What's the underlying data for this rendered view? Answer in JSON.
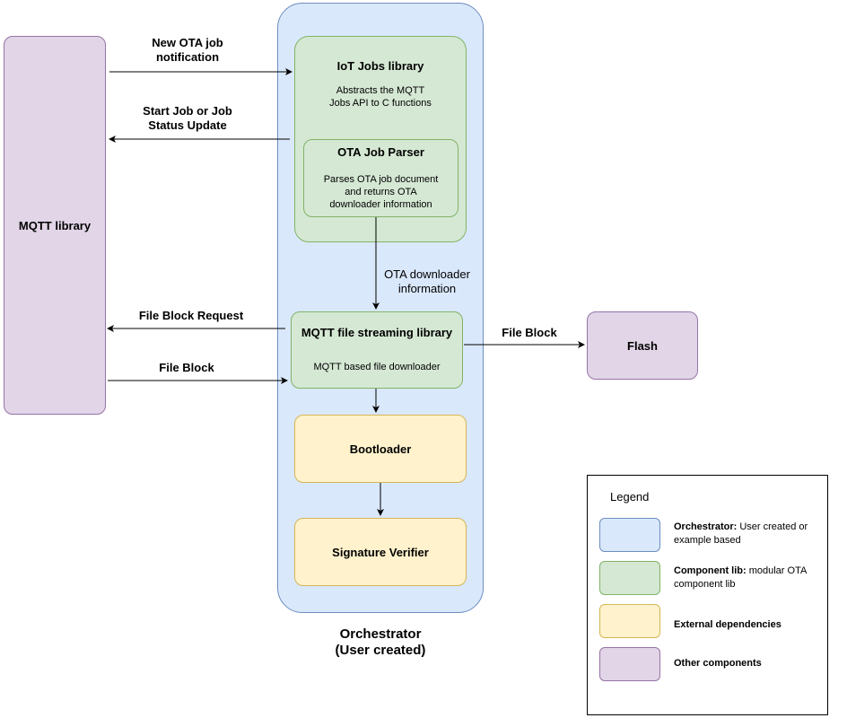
{
  "mqtt_library": {
    "label": "MQTT library"
  },
  "orchestrator": {
    "label_line1": "Orchestrator",
    "label_line2": "(User created)"
  },
  "iot_jobs": {
    "title": "IoT Jobs library",
    "desc_line1": "Abstracts the MQTT",
    "desc_line2": "Jobs API to C functions"
  },
  "ota_parser": {
    "title": "OTA Job Parser",
    "desc_line1": "Parses OTA job document",
    "desc_line2": "and returns OTA",
    "desc_line3": "downloader information"
  },
  "mqtt_streaming": {
    "title": "MQTT file streaming library",
    "desc": "MQTT based file downloader"
  },
  "bootloader": {
    "label": "Bootloader"
  },
  "signature_verifier": {
    "label": "Signature Verifier"
  },
  "flash": {
    "label": "Flash"
  },
  "edges": {
    "new_job_line1": "New OTA job",
    "new_job_line2": "notification",
    "start_job_line1": "Start Job or Job",
    "start_job_line2": "Status Update",
    "downloader_info_line1": "OTA downloader",
    "downloader_info_line2": "information",
    "file_block_request": "File Block Request",
    "file_block_in": "File Block",
    "file_block_out": "File Block"
  },
  "legend": {
    "title": "Legend",
    "orchestrator_bold": "Orchestrator:",
    "orchestrator_text1": " User created or",
    "orchestrator_text2": "example based",
    "component_bold": "Component lib:",
    "component_text1": " modular OTA",
    "component_text2": "component lib",
    "external": "External dependencies",
    "other": "Other components"
  },
  "colors": {
    "purple_fill": "#e1d5e7",
    "blue_fill": "#dae8fc",
    "green_fill": "#d5e8d4",
    "yellow_fill": "#fff2cc"
  }
}
